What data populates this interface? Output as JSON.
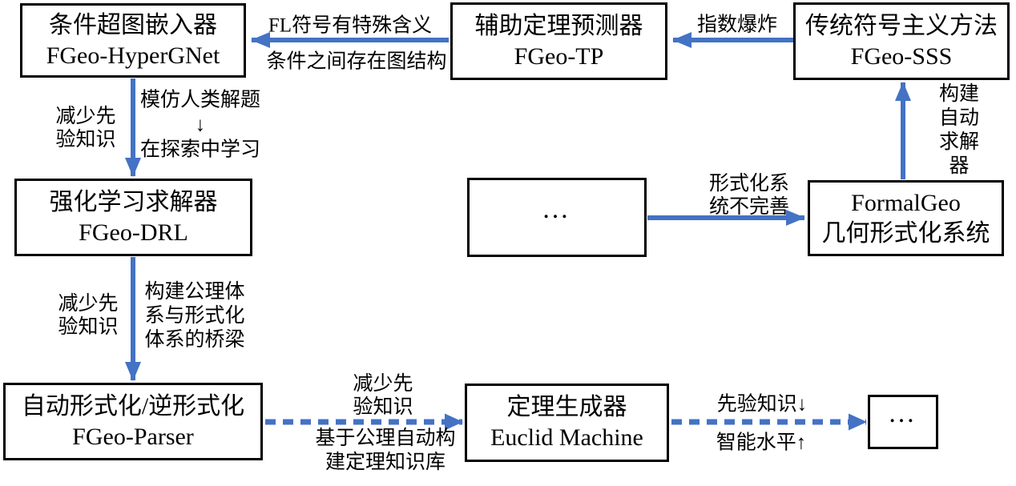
{
  "colors": {
    "arrow_blue": "#4472C4",
    "box_border": "#000000",
    "text": "#000000",
    "background": "#FFFFFF"
  },
  "nodes": {
    "hypergnet": {
      "line1": "条件超图嵌入器",
      "line2": "FGeo-HyperGNet"
    },
    "tp": {
      "line1": "辅助定理预测器",
      "line2": "FGeo-TP"
    },
    "sss": {
      "line1": "传统符号主义方法",
      "line2": "FGeo-SSS"
    },
    "drl": {
      "line1": "强化学习求解器",
      "line2": "FGeo-DRL"
    },
    "placeholder_mid": {
      "line1": "…"
    },
    "formalgeo": {
      "line1": "FormalGeo",
      "line2": "几何形式化系统"
    },
    "parser": {
      "line1": "自动形式化/逆形式化",
      "line2": "FGeo-Parser"
    },
    "euclid": {
      "line1": "定理生成器",
      "line2": "Euclid Machine"
    },
    "placeholder_end": {
      "line1": "…"
    }
  },
  "edge_labels": {
    "tp_to_hypergnet_above": "FL符号有特殊含义",
    "tp_to_hypergnet_below": "条件之间存在图结构",
    "sss_to_tp": "指数爆炸",
    "hypergnet_to_drl_left": "减少先\n验知识",
    "hypergnet_to_drl_right": "模仿人类解题\n↓\n在探索中学习",
    "mid_to_formalgeo": "形式化系\n统不完善",
    "formalgeo_to_sss": "构建自动\n求解器",
    "drl_to_parser_left": "减少先\n验知识",
    "drl_to_parser_right": "构建公理体\n系与形式化\n体系的桥梁",
    "parser_to_euclid_above": "减少先\n验知识",
    "parser_to_euclid_below": "基于公理自动构\n建定理知识库",
    "euclid_to_end_above": "先验知识↓",
    "euclid_to_end_below": "智能水平↑"
  }
}
